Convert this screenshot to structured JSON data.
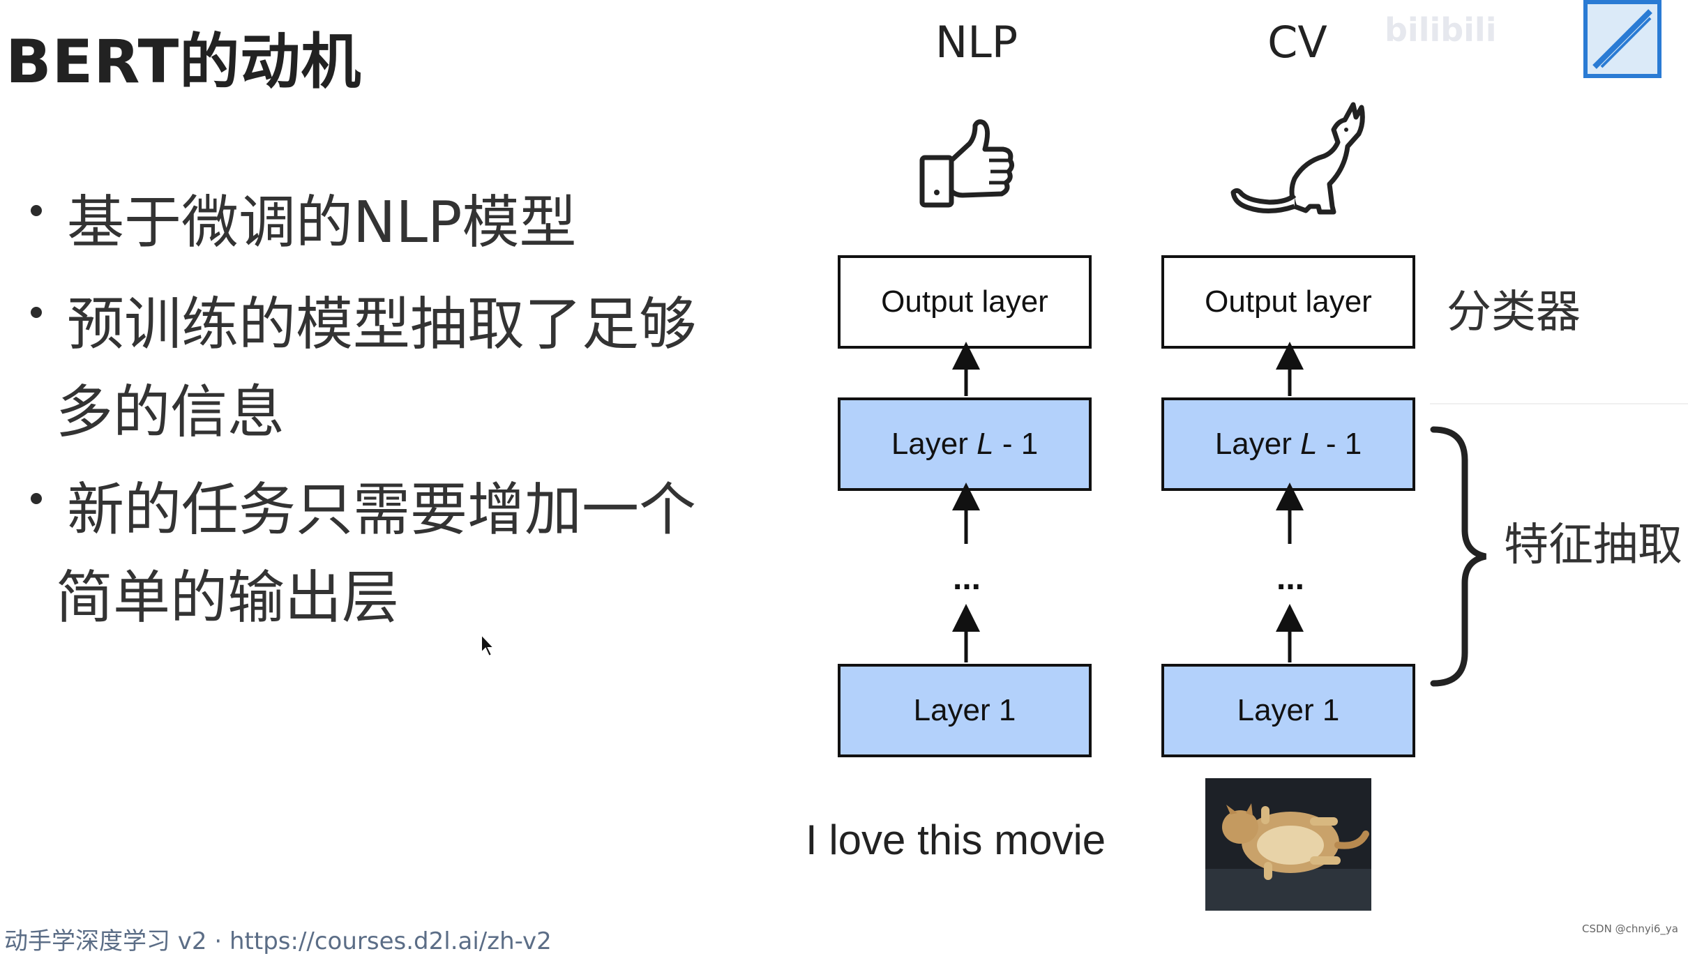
{
  "slide": {
    "title": "BERT的动机",
    "bullets": [
      {
        "lines": [
          "基于微调的NLP模型"
        ]
      },
      {
        "lines": [
          "预训练的模型抽取了足够",
          "多的信息"
        ]
      },
      {
        "lines": [
          "新的任务只需要增加一个",
          "简单的输出层"
        ]
      }
    ]
  },
  "diagram": {
    "nlp": {
      "header": "NLP",
      "top_icon": "thumbs-up-icon",
      "output_label": "Output layer",
      "layer_top_prefix": "Layer ",
      "layer_top_var": "L",
      "layer_top_suffix": " - 1",
      "dots": "...",
      "layer_bottom": "Layer 1",
      "input_text": "I love this movie"
    },
    "cv": {
      "header": "CV",
      "top_icon": "cat-icon",
      "output_label": "Output layer",
      "layer_top_prefix": "Layer ",
      "layer_top_var": "L",
      "layer_top_suffix": " - 1",
      "dots": "...",
      "layer_bottom": "Layer 1",
      "input_image": "cat-photo"
    },
    "classifier_label": "分类器",
    "feature_label": "特征抽取",
    "colors": {
      "layer_fill": "#b3d1fb",
      "output_fill": "#ffffff",
      "border": "#111111"
    }
  },
  "footer": {
    "link_text": "动手学深度学习 v2 · https://courses.d2l.ai/zh-v2",
    "watermark": "CSDN @chnyi6_ya"
  }
}
